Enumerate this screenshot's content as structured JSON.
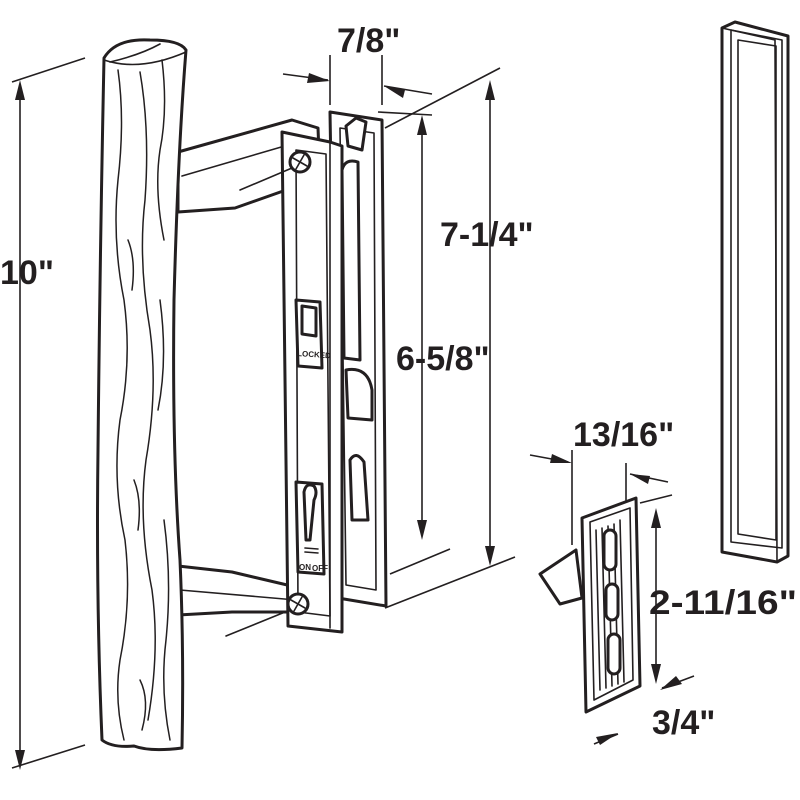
{
  "dimensions": {
    "handle_length": "10\"",
    "latch_width": "7/8\"",
    "overall_height": "7-1/4\"",
    "hole_spacing": "6-5/8\"",
    "keeper_width": "13/16\"",
    "keeper_height": "2-11/16\"",
    "keeper_depth": "3/4\""
  },
  "lock_labels": {
    "locked": "LOCKED",
    "on": "ON",
    "off": "OFF"
  }
}
